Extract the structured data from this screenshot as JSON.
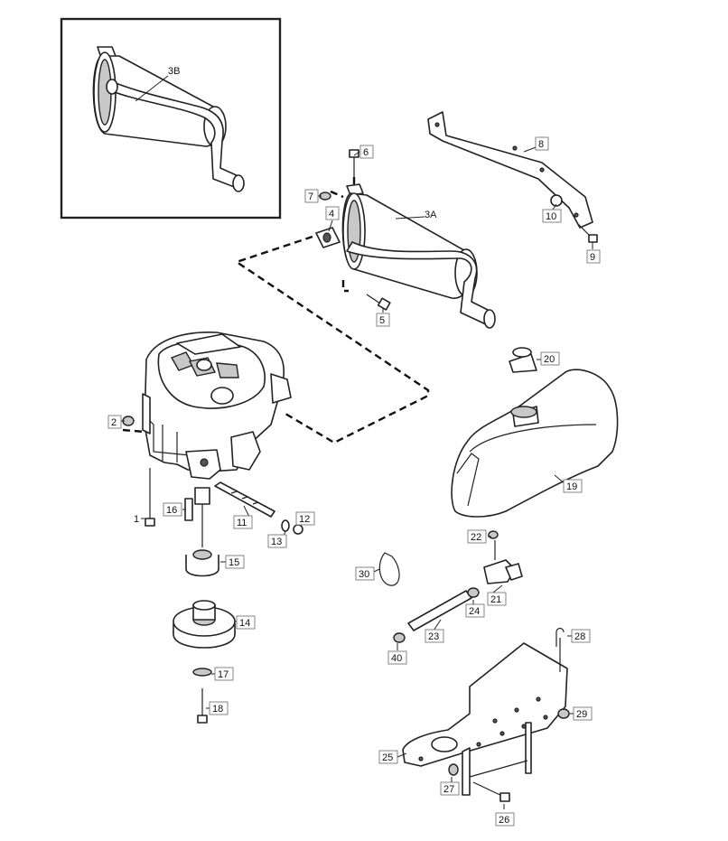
{
  "labels": {
    "p1": "1",
    "p2": "2",
    "p3a": "3A",
    "p3b": "3B",
    "p4": "4",
    "p5": "5",
    "p6": "6",
    "p7": "7",
    "p8": "8",
    "p9": "9",
    "p10": "10",
    "p11": "11",
    "p12": "12",
    "p13": "13",
    "p14": "14",
    "p15": "15",
    "p16": "16",
    "p17": "17",
    "p18": "18",
    "p19": "19",
    "p20": "20",
    "p21": "21",
    "p22": "22",
    "p23": "23",
    "p24": "24",
    "p25": "25",
    "p26": "26",
    "p27": "27",
    "p28": "28",
    "p29": "29",
    "p30": "30",
    "p40": "40"
  }
}
